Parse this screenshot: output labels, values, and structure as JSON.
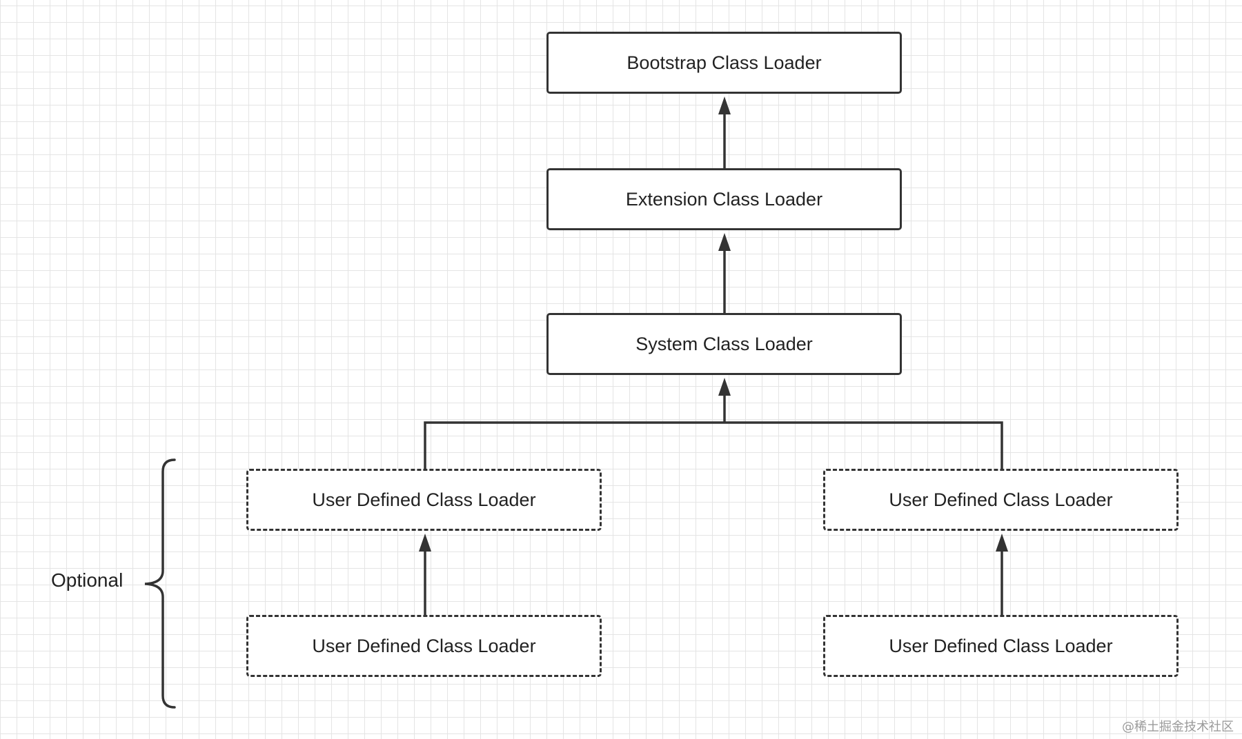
{
  "diagram": {
    "nodes": {
      "bootstrap": "Bootstrap Class Loader",
      "extension": "Extension Class Loader",
      "system": "System Class Loader",
      "user_defined_left_top": "User Defined Class Loader",
      "user_defined_right_top": "User Defined Class Loader",
      "user_defined_left_bottom": "User Defined Class Loader",
      "user_defined_right_bottom": "User Defined Class Loader"
    },
    "brace_label": "Optional",
    "watermark": "@稀土掘金技术社区",
    "colors": {
      "line": "#333333",
      "grid": "#e4e4e4",
      "background": "#ffffff"
    }
  }
}
